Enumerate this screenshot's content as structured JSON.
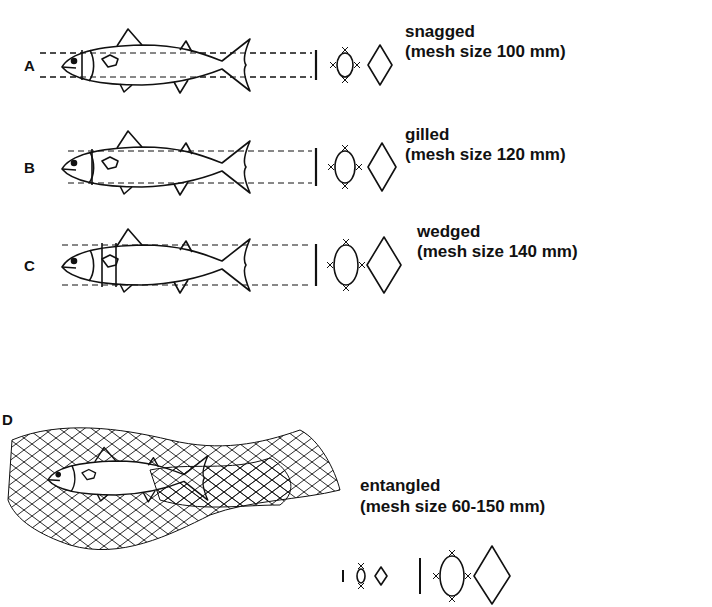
{
  "diagram": {
    "labels": [
      "A",
      "snagged",
      "(mesh size 100 mm)",
      "B",
      "gilled",
      "(mesh size 120 mm)",
      "C",
      "wedged",
      "(mesh size 140 mm)",
      "D",
      "entangled",
      "(mesh size 60-150 mm)"
    ]
  }
}
